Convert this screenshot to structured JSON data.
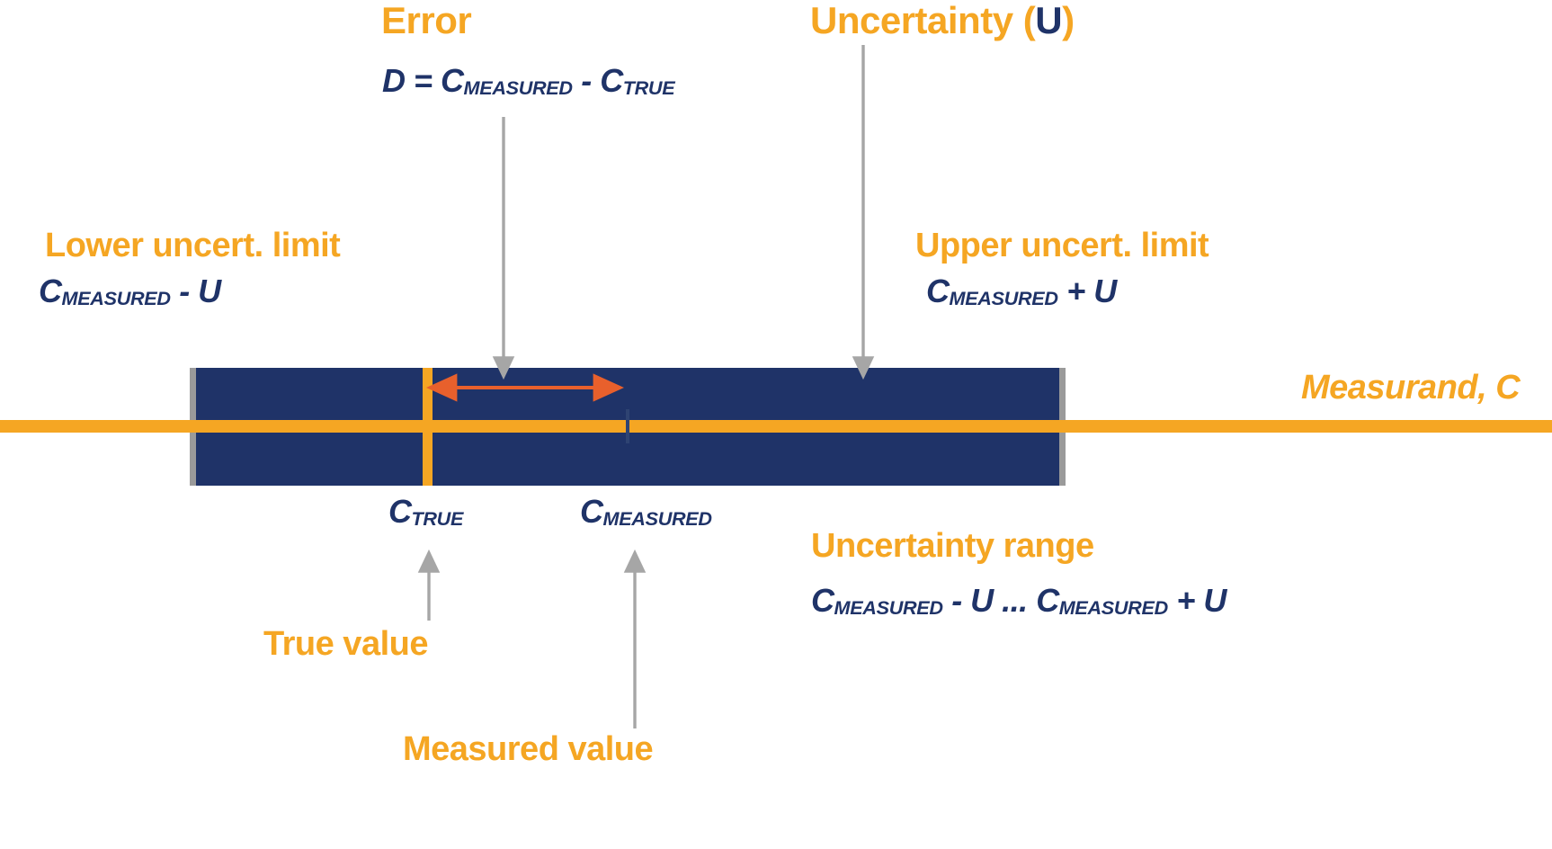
{
  "diagram": {
    "title": "Measurement error and uncertainty diagram",
    "colors": {
      "orange": "#F5A623",
      "navy": "#1F3368",
      "bar_fill": "#1F3368",
      "bar_border_gray": "#9A9A9A",
      "arrow_red": "#E8602C",
      "arrow_gray": "#A6A6A6"
    }
  },
  "labels": {
    "error_title": "Error",
    "error_formula_lead": "D = C",
    "error_formula_sub1": "MEASURED",
    "error_formula_mid": " - C",
    "error_formula_sub2": "TRUE",
    "uncertainty_title_pre": "Uncertainty (",
    "uncertainty_title_u": "U",
    "uncertainty_title_post": ")",
    "lower_limit_title": "Lower uncert. limit",
    "lower_limit_lead": "C",
    "lower_limit_sub": "MEASURED",
    "lower_limit_tail": " - U",
    "upper_limit_title": "Upper uncert. limit",
    "upper_limit_lead": "C",
    "upper_limit_sub": "MEASURED",
    "upper_limit_tail": " + U",
    "measurand_axis_label": "Measurand, C",
    "ctrue_lead": "C",
    "ctrue_sub": "TRUE",
    "cmeasured_lead": "C",
    "cmeasured_sub": "MEASURED",
    "uncertainty_range_title": "Uncertainty range",
    "uncertainty_range_lead": "C",
    "uncertainty_range_sub1": "MEASURED",
    "uncertainty_range_mid": " - U  ...  C",
    "uncertainty_range_sub2": "MEASURED",
    "uncertainty_range_tail": " + U",
    "true_value_caption": "True value",
    "measured_value_caption": "Measured value"
  }
}
